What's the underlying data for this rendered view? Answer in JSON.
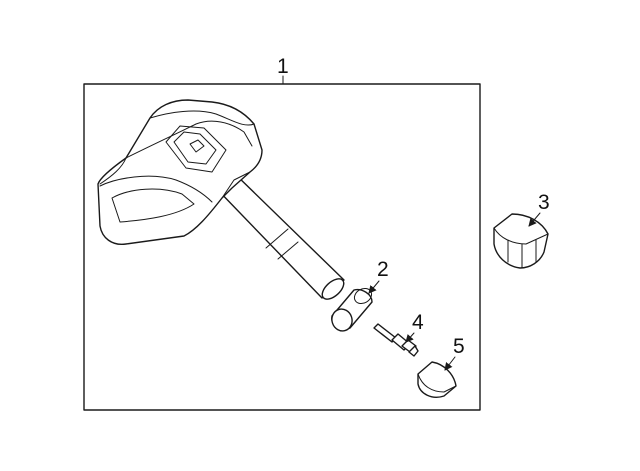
{
  "callouts": {
    "c1": "1",
    "c2": "2",
    "c3": "3",
    "c4": "4",
    "c5": "5"
  },
  "colors": {
    "line": "#1a1a1a",
    "background": "#ffffff"
  },
  "parts": [
    {
      "callout": "1",
      "icon": "tire-pressure-sensor-assembly-icon"
    },
    {
      "callout": "2",
      "icon": "grommet-icon"
    },
    {
      "callout": "3",
      "icon": "valve-nut-icon"
    },
    {
      "callout": "4",
      "icon": "valve-core-icon"
    },
    {
      "callout": "5",
      "icon": "valve-cap-icon"
    }
  ]
}
